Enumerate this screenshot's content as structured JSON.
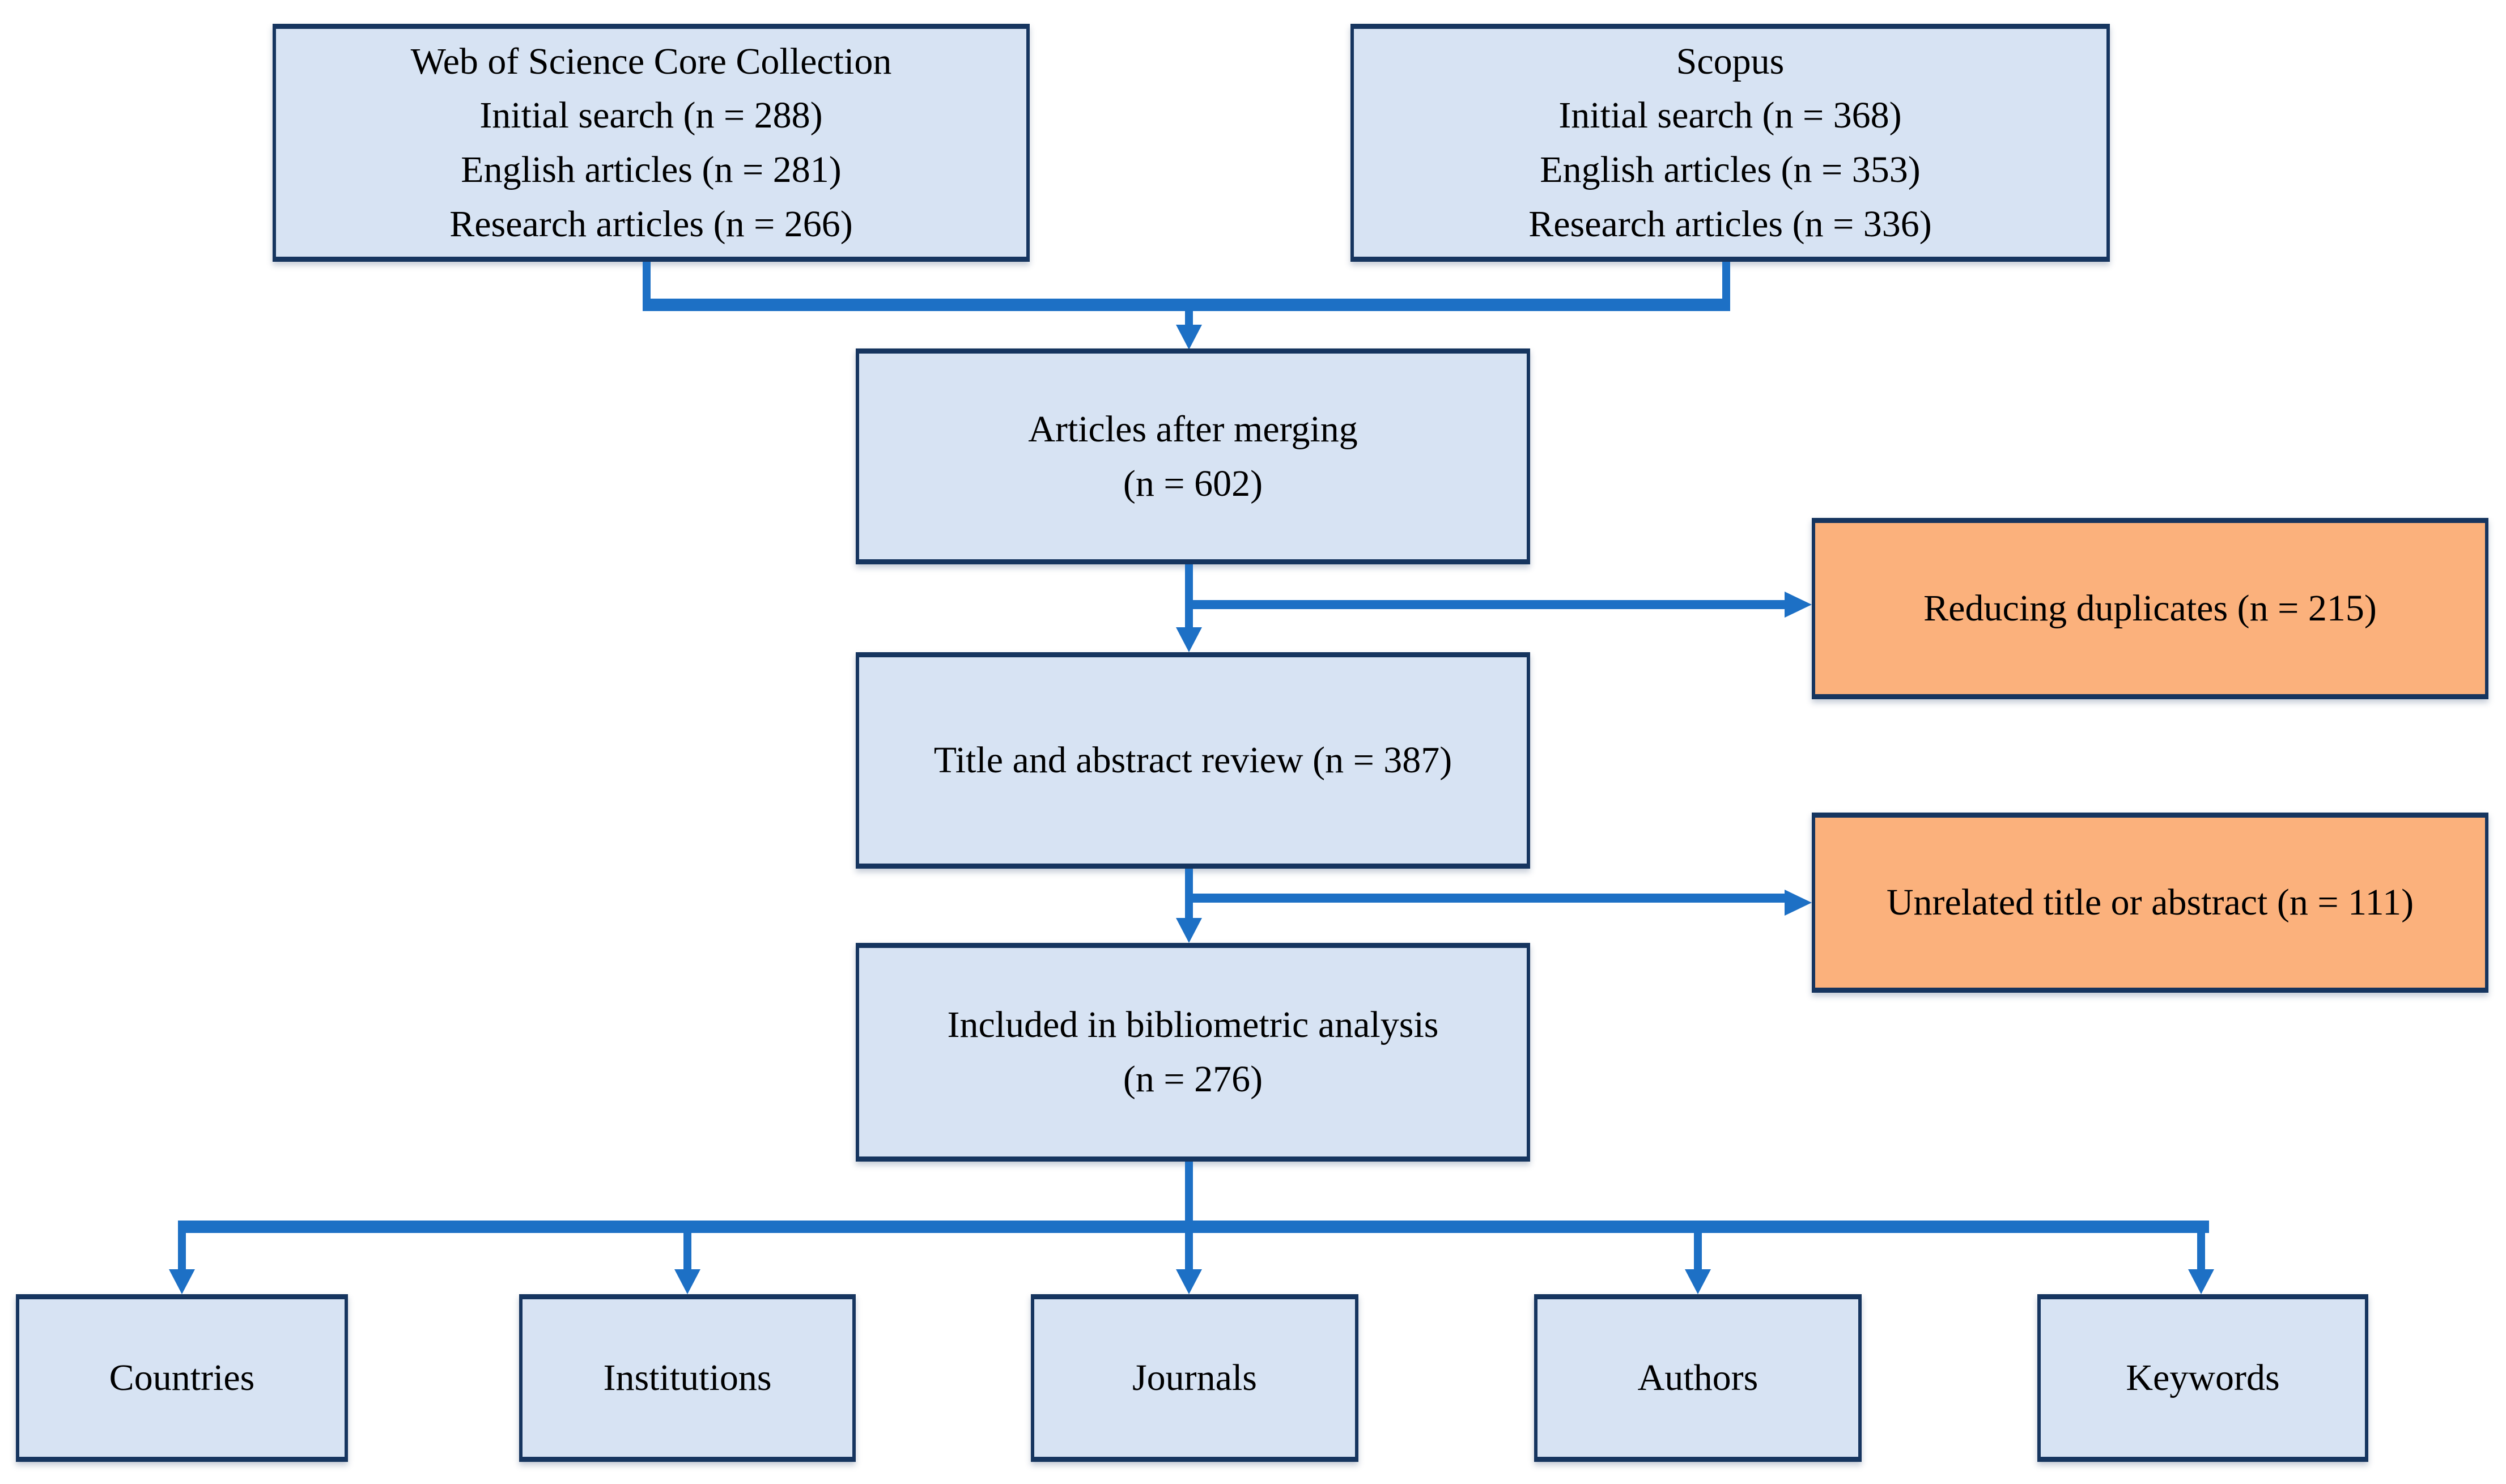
{
  "page": {
    "background": "#ffffff",
    "description_type": "flowchart"
  },
  "colors": {
    "box_fill_blue": "#d7e3f3",
    "box_fill_orange": "#fbb17c",
    "box_border_navy": "#16355f",
    "arrow_blue": "#1d70c5",
    "text": "#000000"
  },
  "diagram": {
    "nodes": {
      "wos": {
        "label": "Web of Science Core Collection\nInitial search (n = 288)\nEnglish articles (n = 281)\nResearch articles (n = 266)"
      },
      "scopus": {
        "label": "Scopus\nInitial search (n = 368)\nEnglish articles (n = 353)\nResearch articles (n = 336)"
      },
      "merging": {
        "label": "Articles after merging\n(n = 602)"
      },
      "reducing_duplicates": {
        "label": "Reducing duplicates (n = 215)"
      },
      "title_abstract_review": {
        "label": "Title and abstract review (n = 387)"
      },
      "unrelated_title_abstract": {
        "label": "Unrelated title or abstract (n = 111)"
      },
      "included": {
        "label": "Included in bibliometric analysis\n(n = 276)"
      },
      "countries": {
        "label": "Countries"
      },
      "institutions": {
        "label": "Institutions"
      },
      "journals": {
        "label": "Journals"
      },
      "authors": {
        "label": "Authors"
      },
      "keywords": {
        "label": "Keywords"
      }
    },
    "figures": {
      "wos_initial_search": 288,
      "wos_english_articles": 281,
      "wos_research_articles": 266,
      "scopus_initial_search": 368,
      "scopus_english_articles": 353,
      "scopus_research_articles": 336,
      "articles_after_merging": 602,
      "reducing_duplicates": 215,
      "title_and_abstract_review": 387,
      "unrelated_title_or_abstract": 111,
      "included_in_bibliometric_analysis": 276
    }
  }
}
